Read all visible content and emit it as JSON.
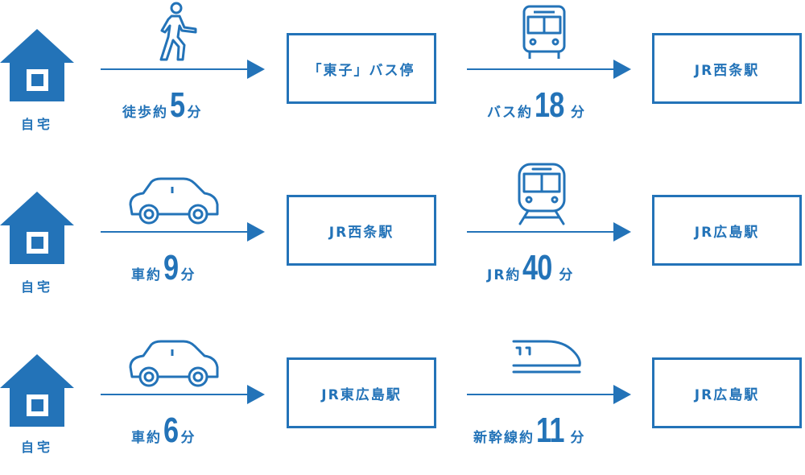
{
  "colors": {
    "accent": "#2373b8",
    "background": "#ffffff"
  },
  "routes": [
    {
      "origin": "自宅",
      "leg1": {
        "icon": "walking-person-icon",
        "prefix": "徒歩約",
        "number": "5",
        "suffix": "分"
      },
      "stop": "「東子」バス停",
      "leg2": {
        "icon": "bus-icon",
        "prefix": "バス約",
        "number": "18",
        "suffix": "分"
      },
      "destination": "JR西条駅"
    },
    {
      "origin": "自宅",
      "leg1": {
        "icon": "car-icon",
        "prefix": "車約",
        "number": "9",
        "suffix": "分"
      },
      "stop": "JR西条駅",
      "leg2": {
        "icon": "train-icon",
        "prefix": "JR約",
        "number": "40",
        "suffix": "分"
      },
      "destination": "JR広島駅"
    },
    {
      "origin": "自宅",
      "leg1": {
        "icon": "car-icon",
        "prefix": "車約",
        "number": "6",
        "suffix": "分"
      },
      "stop": "JR東広島駅",
      "leg2": {
        "icon": "shinkansen-icon",
        "prefix": "新幹線約",
        "number": "11",
        "suffix": "分"
      },
      "destination": "JR広島駅"
    }
  ]
}
